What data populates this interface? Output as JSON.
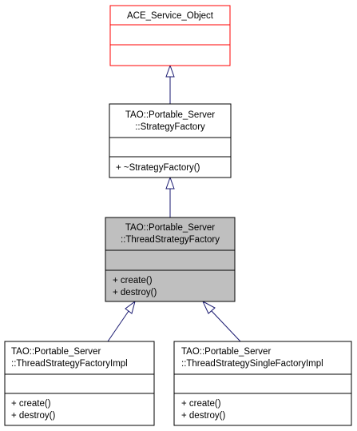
{
  "colors": {
    "edge": "#191970",
    "box_border": "#000000",
    "highlight_border": "#ff0000",
    "highlight_fill": "#bfbfbf",
    "fill": "#ffffff",
    "text": "#000000"
  },
  "nodes": {
    "ace_service_object": {
      "title": [
        "ACE_Service_Object"
      ],
      "attributes": [],
      "methods": []
    },
    "strategy_factory": {
      "title": [
        "TAO::Portable_Server",
        "::StrategyFactory"
      ],
      "attributes": [],
      "methods": [
        "+ ~StrategyFactory()"
      ]
    },
    "thread_strategy_factory": {
      "title": [
        "TAO::Portable_Server",
        "::ThreadStrategyFactory"
      ],
      "attributes": [],
      "methods": [
        "+ create()",
        "+ destroy()"
      ]
    },
    "thread_strategy_factory_impl": {
      "title": [
        "TAO::Portable_Server",
        "::ThreadStrategyFactoryImpl"
      ],
      "attributes": [],
      "methods": [
        "+ create()",
        "+ destroy()"
      ]
    },
    "thread_strategy_single_factory_impl": {
      "title": [
        "TAO::Portable_Server",
        "::ThreadStrategySingleFactoryImpl"
      ],
      "attributes": [],
      "methods": [
        "+ create()",
        "+ destroy()"
      ]
    }
  }
}
